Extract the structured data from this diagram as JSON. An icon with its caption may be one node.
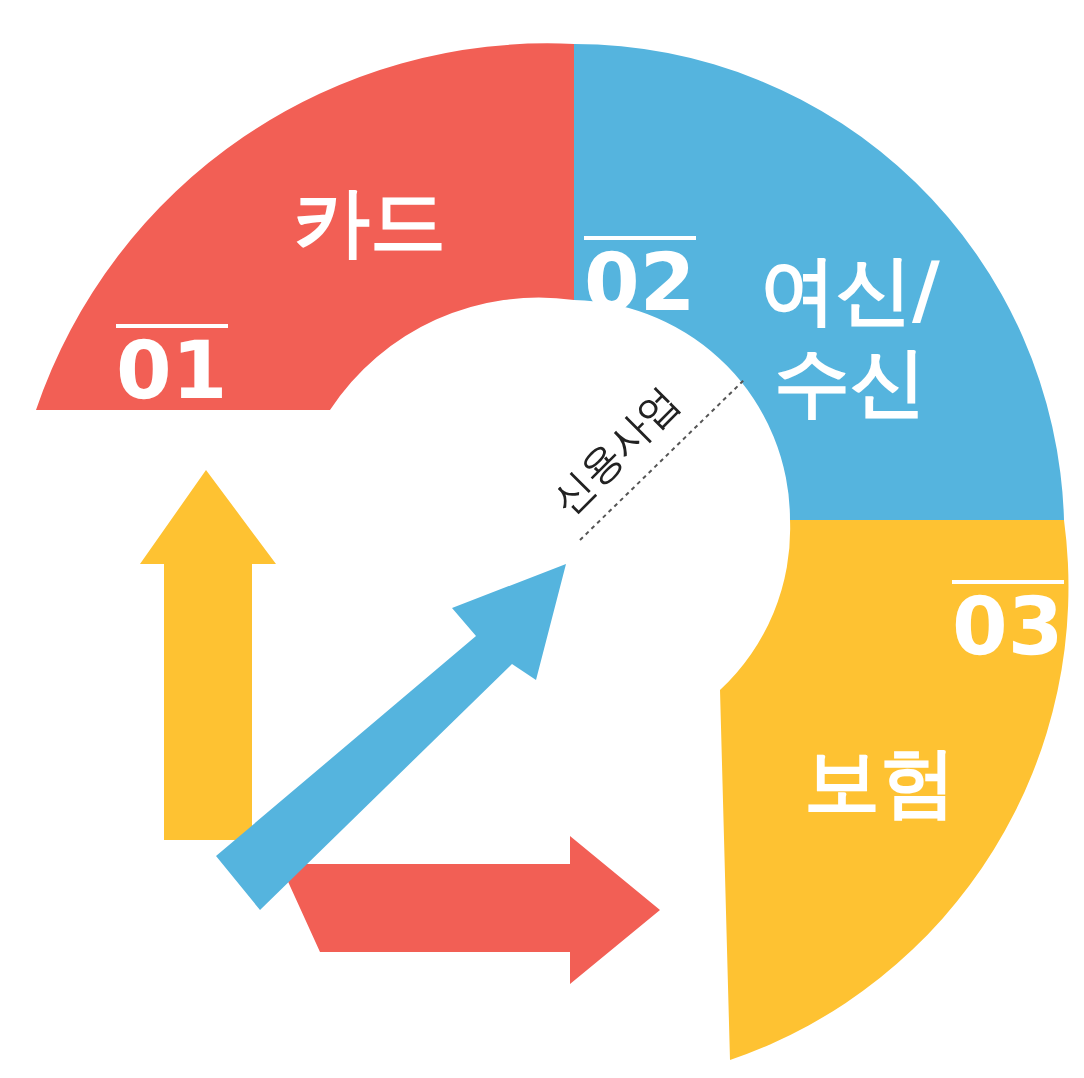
{
  "diagram": {
    "nodes": [
      {
        "text": [
          "01",
          "카드"
        ]
      },
      {
        "text": [
          "02",
          "여신/수신"
        ]
      },
      {
        "text": [
          "03",
          "보험"
        ]
      }
    ],
    "labels": [
      "신용사업"
    ]
  }
}
